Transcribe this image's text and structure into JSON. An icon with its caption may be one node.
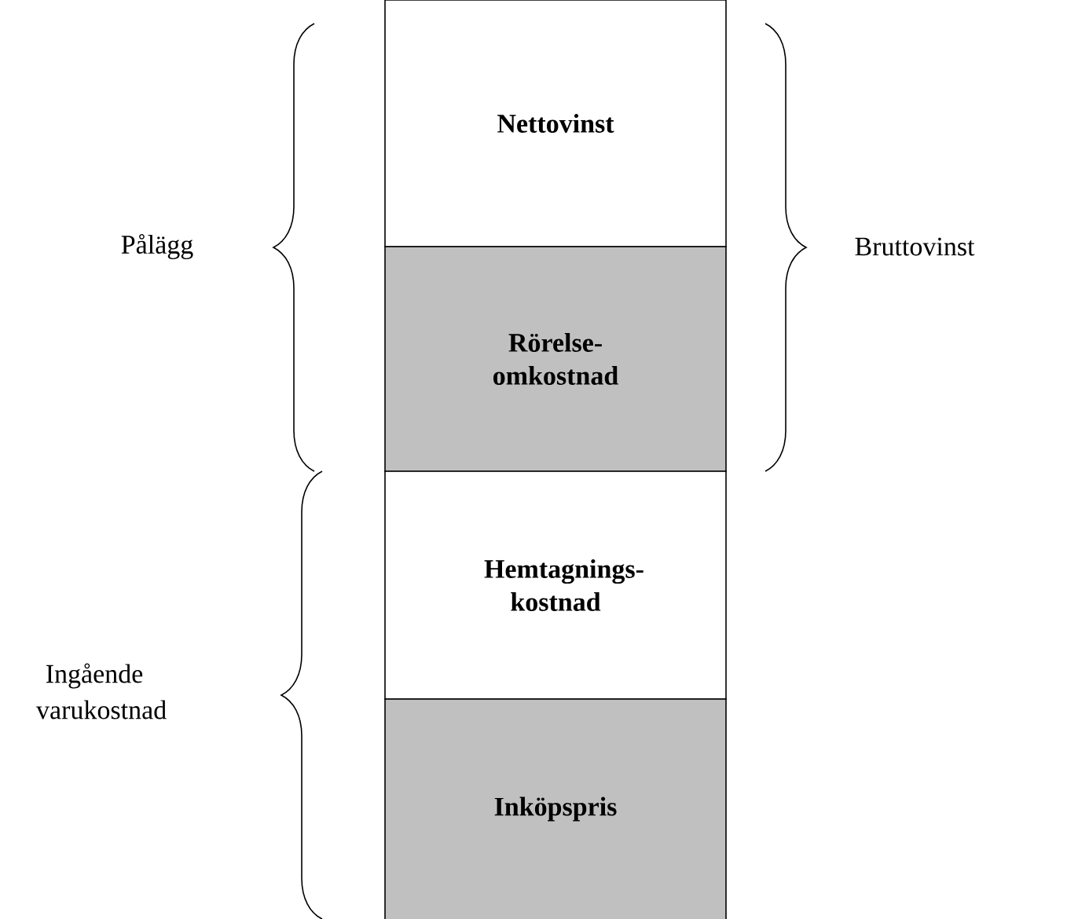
{
  "diagram": {
    "nodes": [
      {
        "text": [
          "Nettovinst"
        ]
      },
      {
        "text": [
          "Rörelse- omkostnad"
        ]
      },
      {
        "text": [
          "Hemtagnings- kostnad"
        ]
      },
      {
        "text": [
          "Inköpspris"
        ]
      }
    ],
    "labels": [
      "Pålägg",
      "Bruttovinst",
      "Ingående varukostnad"
    ]
  }
}
